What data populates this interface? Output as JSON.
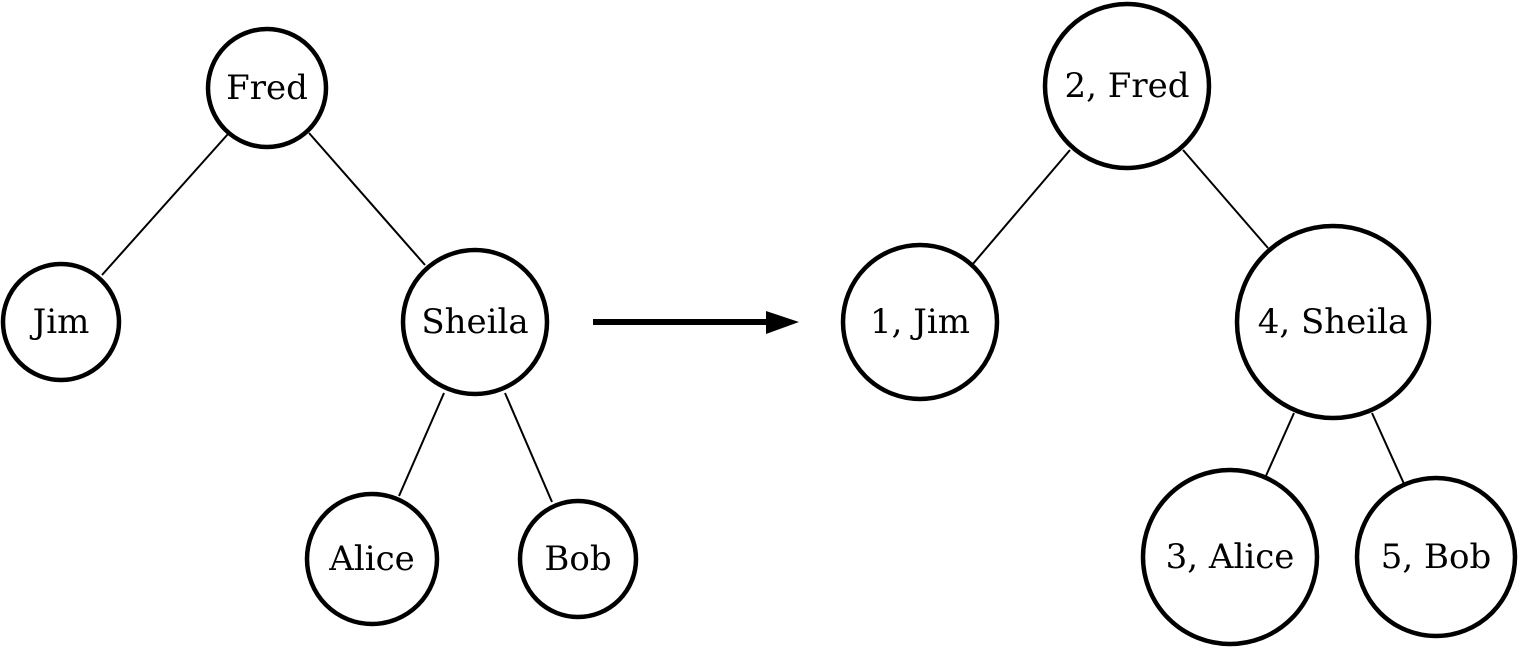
{
  "before_tree": {
    "nodes": [
      {
        "id": "fred",
        "label": "Fred"
      },
      {
        "id": "jim",
        "label": "Jim"
      },
      {
        "id": "sheila",
        "label": "Sheila"
      },
      {
        "id": "alice",
        "label": "Alice"
      },
      {
        "id": "bob",
        "label": "Bob"
      }
    ],
    "edges": [
      [
        "fred",
        "jim"
      ],
      [
        "fred",
        "sheila"
      ],
      [
        "sheila",
        "alice"
      ],
      [
        "sheila",
        "bob"
      ]
    ]
  },
  "after_tree": {
    "nodes": [
      {
        "id": "fred",
        "label": "2, Fred"
      },
      {
        "id": "jim",
        "label": "1, Jim"
      },
      {
        "id": "sheila",
        "label": "4, Sheila"
      },
      {
        "id": "alice",
        "label": "3, Alice"
      },
      {
        "id": "bob",
        "label": "5, Bob"
      }
    ],
    "edges": [
      [
        "fred",
        "jim"
      ],
      [
        "fred",
        "sheila"
      ],
      [
        "sheila",
        "alice"
      ],
      [
        "sheila",
        "bob"
      ]
    ]
  },
  "colors": {
    "stroke": "#000000",
    "fill": "#ffffff",
    "background": "#ffffff"
  }
}
